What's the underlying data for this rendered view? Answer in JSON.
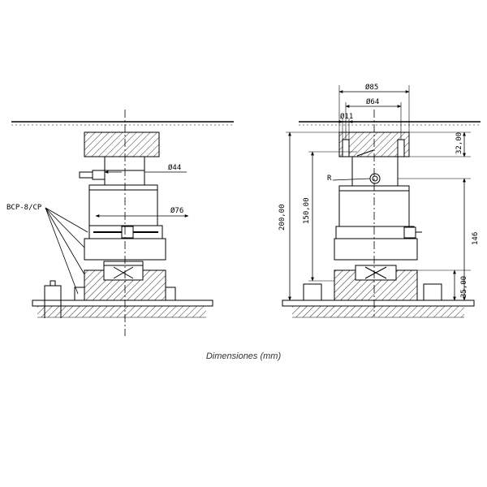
{
  "left_view": {
    "dim_44": "Ø44",
    "dim_76": "Ø76",
    "part_label": "BCP-8/CP"
  },
  "right_view": {
    "dim_85": "Ø85",
    "dim_64": "Ø64",
    "dim_11": "Ø11",
    "dim_32": "32,00",
    "dim_200": "200,00",
    "dim_150": "150,00",
    "dim_146": "146",
    "dim_35": "35,00",
    "radius_label": "R"
  },
  "caption": "Dimensiones (mm)"
}
